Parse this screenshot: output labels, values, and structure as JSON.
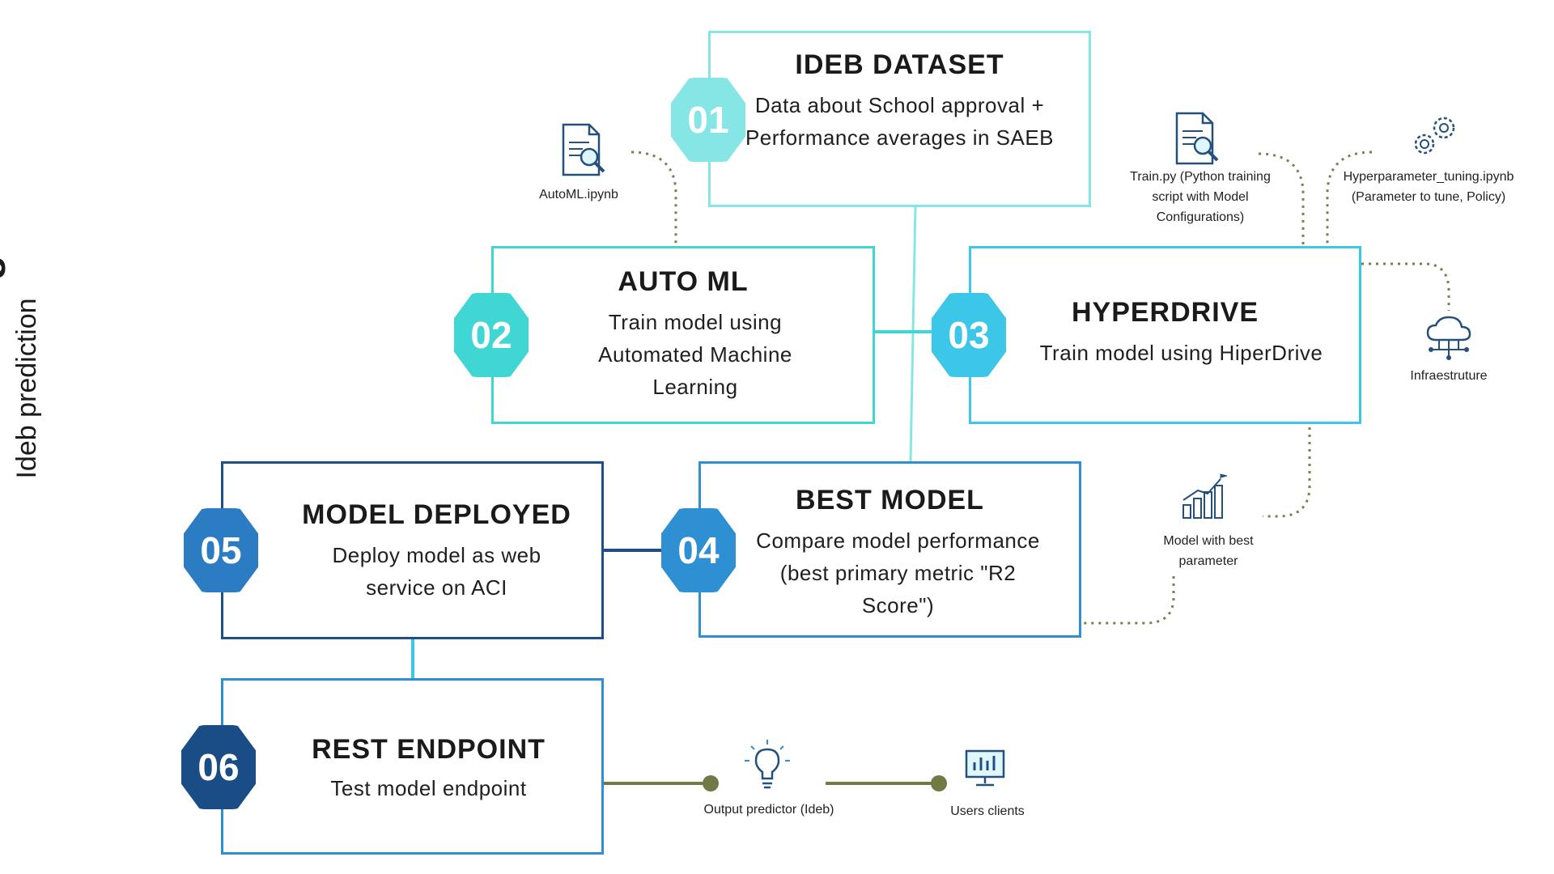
{
  "side": {
    "title": "Architecture Diagram",
    "subtitle": "Ideb prediction"
  },
  "steps": [
    {
      "num": "01",
      "title": "IDEB DATASET",
      "desc": "Data about School approval + Performance averages in SAEB",
      "color": "#86e6e6"
    },
    {
      "num": "02",
      "title": "AUTO ML",
      "desc": "Train model using Automated Machine Learning",
      "color": "#3fd6d3"
    },
    {
      "num": "03",
      "title": "HYPERDRIVE",
      "desc": "Train model using HiperDrive",
      "color": "#3cc6e8"
    },
    {
      "num": "04",
      "title": "BEST MODEL",
      "desc": "Compare model performance (best primary metric \"R2 Score\")",
      "color": "#2f8fd3"
    },
    {
      "num": "05",
      "title": "MODEL DEPLOYED",
      "desc": "Deploy model as web service on ACI",
      "color": "#2c7cc4"
    },
    {
      "num": "06",
      "title": "REST ENDPOINT",
      "desc": "Test model endpoint",
      "color": "#1a4d86"
    }
  ],
  "annotations": {
    "automl": "AutoML.ipynb",
    "train": "Train.py (Python training script with Model Configurations)",
    "hyper": "Hyperparameter_tuning.ipynb (Parameter to tune, Policy)",
    "infra": "Infraestruture",
    "best": "Model with best parameter",
    "output": "Output predictor (Ideb)",
    "users": "Users clients"
  },
  "colors": {
    "dotted": "#7b7f4f",
    "connector": "#6f7a44"
  }
}
